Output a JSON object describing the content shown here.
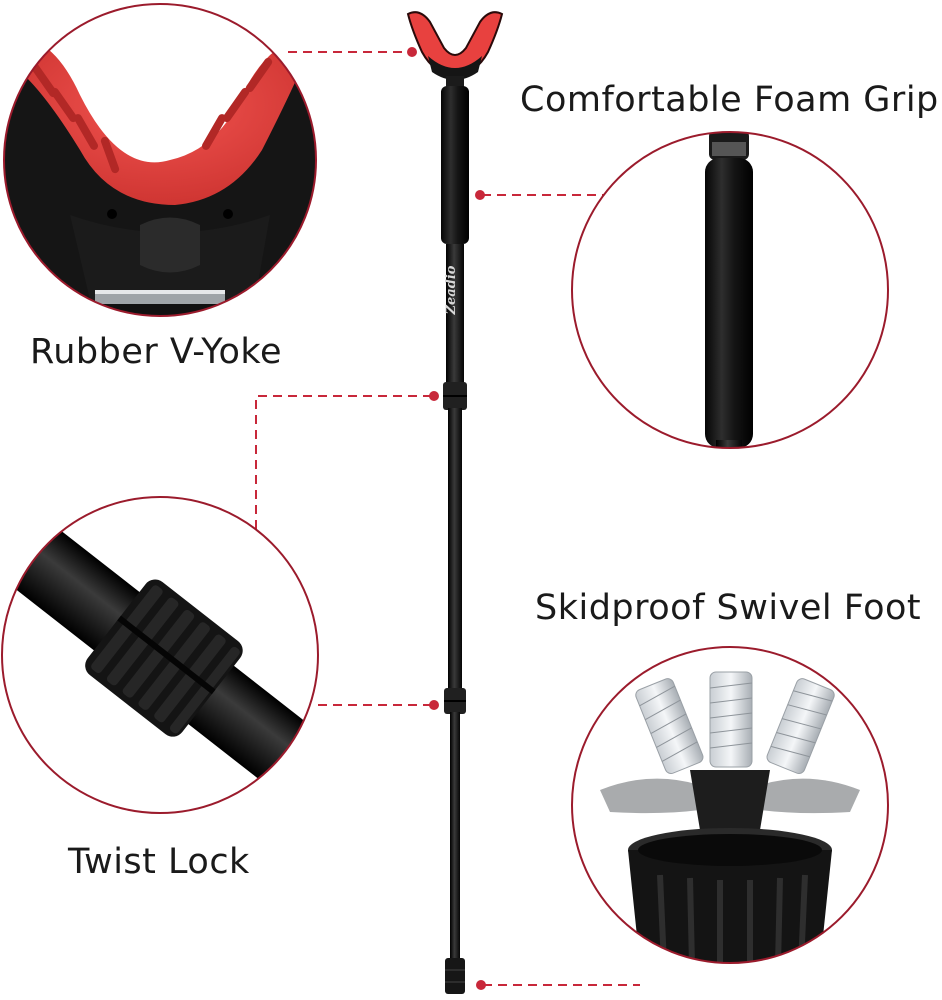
{
  "colors": {
    "accent_red": "#c8283a",
    "rubber_red": "#e8413f",
    "dashed_line": "#c8283a",
    "pole_black": "#121212",
    "circle_border": "#9b1b2c"
  },
  "callouts": {
    "yoke": "Rubber V-Yoke",
    "grip": "Comfortable Foam Grip",
    "twist": "Twist Lock",
    "foot": "Skidproof Swivel Foot"
  },
  "brand_logo": "Zeadio"
}
